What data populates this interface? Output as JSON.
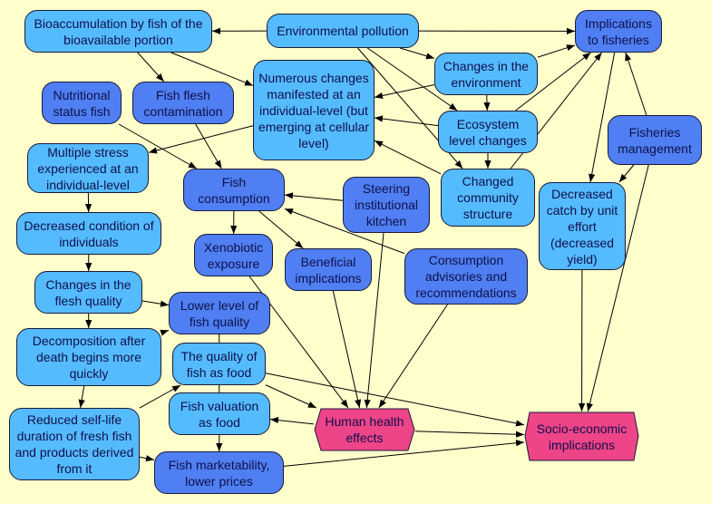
{
  "diagram": {
    "background": "#ffffcc",
    "colors": {
      "light_node": "#55bbff",
      "dark_node": "#4f7ff2",
      "outcome_node": "#ee4488",
      "edge": "#000000"
    },
    "nodes": {
      "bioaccumulation": "Bioaccumulation by fish of the bioavailable portion",
      "env_pollution": "Environmental pollution",
      "implications_fisheries": "Implications to fisheries",
      "nutritional_status": "Nutritional status fish",
      "flesh_contamination": "Fish flesh contamination",
      "numerous_changes": "Numerous changes manifested at an individual-level (but emerging at cellular level)",
      "changes_environment": "Changes in the environment",
      "ecosystem_changes": "Ecosystem level changes",
      "fisheries_management": "Fisheries management",
      "multiple_stress": "Multiple stress experienced at an individual-level",
      "fish_consumption": "Fish consumption",
      "steering_kitchen": "Steering institutional kitchen",
      "changed_community": "Changed community structure",
      "decreased_catch": "Decreased catch by unit effort (decreased yield)",
      "decreased_condition": "Decreased condition of individuals",
      "xenobiotic": "Xenobiotic exposure",
      "beneficial": "Beneficial implications",
      "advisories": "Consumption advisories and recommendations",
      "flesh_quality": "Changes in the flesh quality",
      "lower_quality": "Lower level of fish quality",
      "decomposition": "Decomposition after death begins more quickly",
      "quality_food": "The quality of fish as food",
      "valuation": "Fish valuation as food",
      "human_health": "Human health effects",
      "socio_economic": "Socio-economic implications",
      "reduced_shelf": "Reduced self-life duration of fresh fish and products derived from it",
      "marketability": "Fish marketability, lower prices"
    },
    "edges": [
      [
        "env_pollution",
        "bioaccumulation"
      ],
      [
        "env_pollution",
        "implications_fisheries"
      ],
      [
        "env_pollution",
        "changes_environment"
      ],
      [
        "env_pollution",
        "ecosystem_changes"
      ],
      [
        "env_pollution",
        "changed_community"
      ],
      [
        "bioaccumulation",
        "flesh_contamination"
      ],
      [
        "bioaccumulation",
        "numerous_changes"
      ],
      [
        "changes_environment",
        "numerous_changes"
      ],
      [
        "ecosystem_changes",
        "numerous_changes"
      ],
      [
        "changed_community",
        "numerous_changes"
      ],
      [
        "changes_environment",
        "ecosystem_changes"
      ],
      [
        "ecosystem_changes",
        "changed_community"
      ],
      [
        "changes_environment",
        "implications_fisheries"
      ],
      [
        "ecosystem_changes",
        "implications_fisheries"
      ],
      [
        "changed_community",
        "implications_fisheries"
      ],
      [
        "implications_fisheries",
        "decreased_catch"
      ],
      [
        "fisheries_management",
        "implications_fisheries"
      ],
      [
        "fisheries_management",
        "decreased_catch"
      ],
      [
        "fisheries_management",
        "socio_economic"
      ],
      [
        "decreased_catch",
        "socio_economic"
      ],
      [
        "numerous_changes",
        "multiple_stress"
      ],
      [
        "nutritional_status",
        "fish_consumption"
      ],
      [
        "flesh_contamination",
        "fish_consumption"
      ],
      [
        "steering_kitchen",
        "fish_consumption"
      ],
      [
        "advisories",
        "fish_consumption"
      ],
      [
        "fish_consumption",
        "xenobiotic"
      ],
      [
        "fish_consumption",
        "beneficial"
      ],
      [
        "multiple_stress",
        "decreased_condition"
      ],
      [
        "decreased_condition",
        "flesh_quality"
      ],
      [
        "flesh_quality",
        "lower_quality"
      ],
      [
        "flesh_quality",
        "decomposition"
      ],
      [
        "decomposition",
        "lower_quality"
      ],
      [
        "decomposition",
        "reduced_shelf"
      ],
      [
        "reduced_shelf",
        "quality_food"
      ],
      [
        "reduced_shelf",
        "marketability"
      ],
      [
        "valuation",
        "marketability"
      ],
      [
        "xenobiotic",
        "human_health"
      ],
      [
        "beneficial",
        "human_health"
      ],
      [
        "steering_kitchen",
        "human_health"
      ],
      [
        "advisories",
        "human_health"
      ],
      [
        "quality_food",
        "human_health"
      ],
      [
        "quality_food",
        "socio_economic"
      ],
      [
        "human_health",
        "valuation"
      ],
      [
        "human_health",
        "socio_economic"
      ],
      [
        "marketability",
        "socio_economic"
      ]
    ],
    "plain_links": [
      [
        "lower_quality",
        "quality_food"
      ],
      [
        "quality_food",
        "valuation"
      ]
    ]
  }
}
